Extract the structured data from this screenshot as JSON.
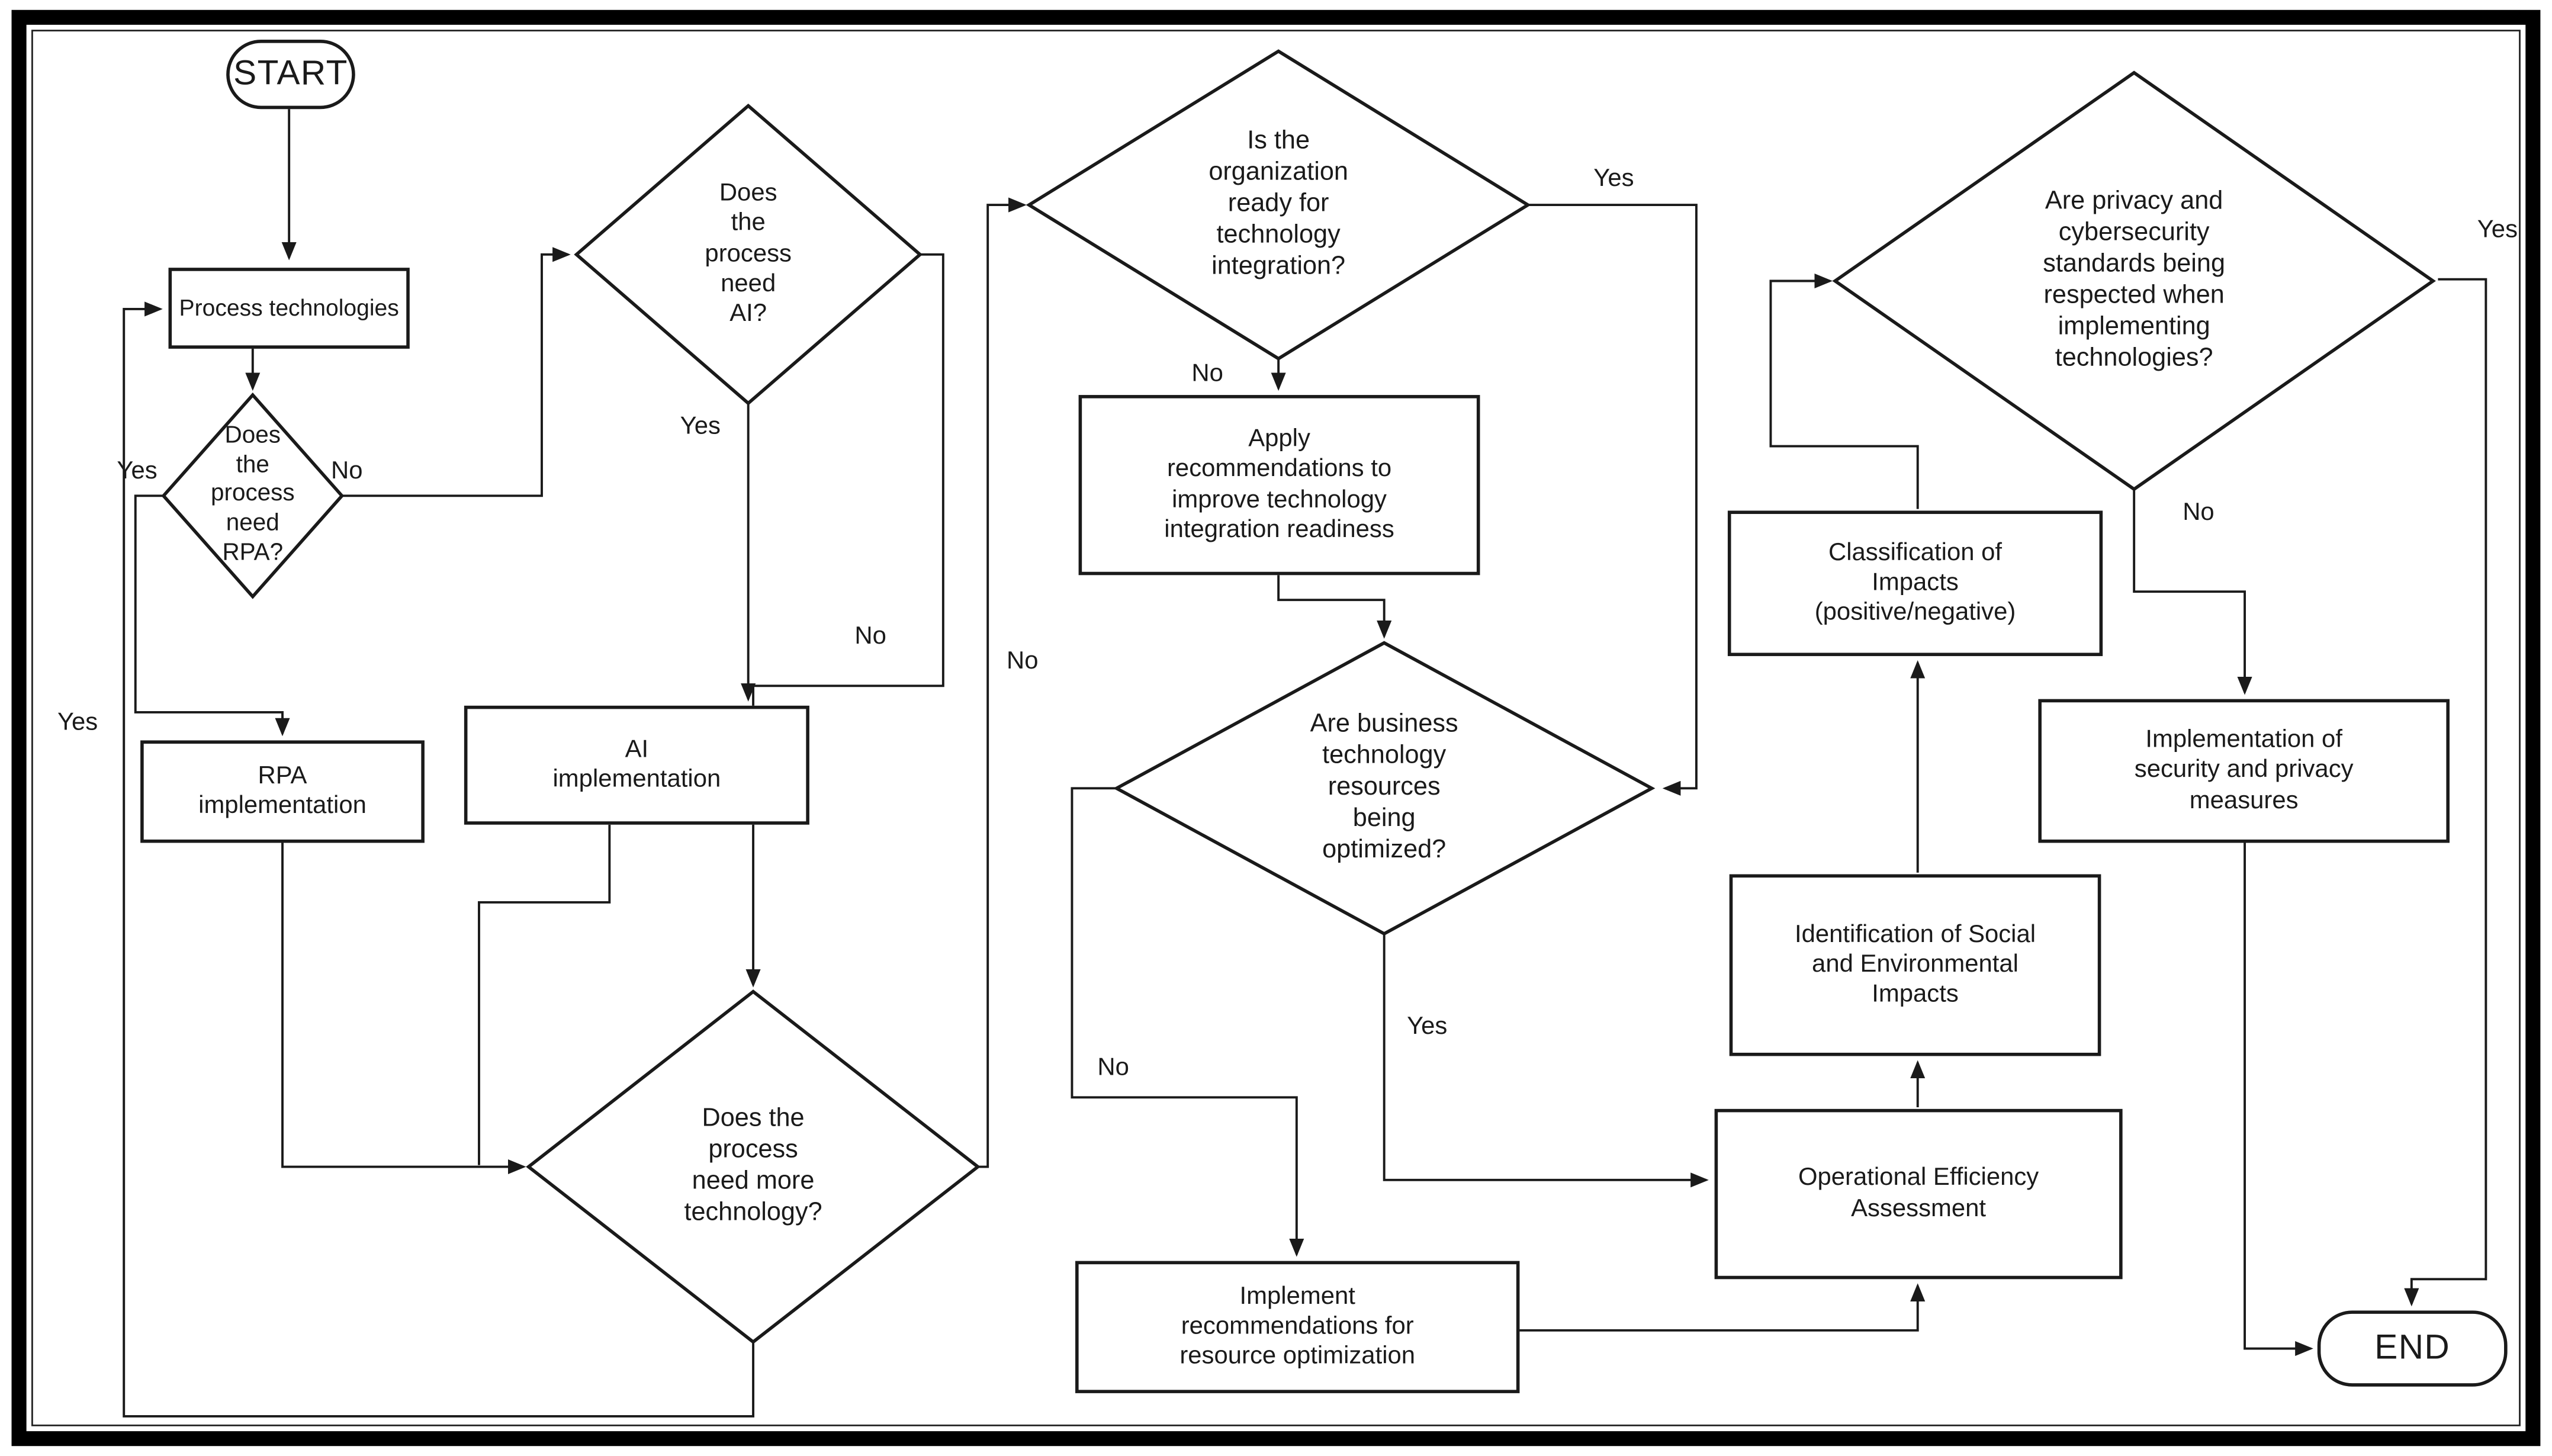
{
  "flowchart": {
    "nodes": {
      "start": {
        "label": "START",
        "shape": "terminator"
      },
      "process_technologies": {
        "label": "Process technologies",
        "shape": "process"
      },
      "need_rpa": {
        "label": "Does the process need RPA?",
        "shape": "decision"
      },
      "rpa_implementation": {
        "label": "RPA implementation",
        "shape": "process"
      },
      "need_ai": {
        "label": "Does the process need AI?",
        "shape": "decision"
      },
      "ai_implementation": {
        "label": "AI implementation",
        "shape": "process"
      },
      "need_more_technology": {
        "label": "Does the process need more technology?",
        "shape": "decision"
      },
      "org_ready": {
        "label": "Is the organization ready for technology integration?",
        "shape": "decision"
      },
      "apply_recommendations": {
        "label": "Apply recommendations to improve technology integration readiness",
        "shape": "process"
      },
      "resources_optimized": {
        "label": "Are business technology resources being optimized?",
        "shape": "decision"
      },
      "implement_recommendations": {
        "label": "Implement recommendations for resource optimization",
        "shape": "process"
      },
      "operational_efficiency": {
        "label": "Operational Efficiency Assessment",
        "shape": "process"
      },
      "identification_impacts": {
        "label": "Identification of Social and Environmental Impacts",
        "shape": "process"
      },
      "classification_impacts": {
        "label": "Classification of Impacts (positive/negative)",
        "shape": "process"
      },
      "privacy_standards": {
        "label": "Are privacy and cybersecurity standards being respected when implementing technologies?",
        "shape": "decision"
      },
      "security_measures": {
        "label": "Implementation of security and privacy measures",
        "shape": "process"
      },
      "end": {
        "label": "END",
        "shape": "terminator"
      }
    },
    "edges": {
      "start_to_process": {
        "from": "start",
        "to": "process_technologies",
        "label": ""
      },
      "process_to_rpa": {
        "from": "process_technologies",
        "to": "need_rpa",
        "label": ""
      },
      "rpa_yes": {
        "from": "need_rpa",
        "to": "rpa_implementation",
        "label": "Yes"
      },
      "rpa_no": {
        "from": "need_rpa",
        "to": "need_ai",
        "label": "No"
      },
      "ai_yes": {
        "from": "need_ai",
        "to": "ai_implementation",
        "label": "Yes"
      },
      "ai_no": {
        "from": "need_ai",
        "to": "need_more_technology",
        "label": "No"
      },
      "rpa_impl_to_more": {
        "from": "rpa_implementation",
        "to": "need_more_technology",
        "label": ""
      },
      "ai_impl_to_more": {
        "from": "ai_implementation",
        "to": "need_more_technology",
        "label": ""
      },
      "more_yes": {
        "from": "need_more_technology",
        "to": "process_technologies",
        "label": "Yes"
      },
      "more_no": {
        "from": "need_more_technology",
        "to": "org_ready",
        "label": "No"
      },
      "org_no": {
        "from": "org_ready",
        "to": "apply_recommendations",
        "label": "No"
      },
      "org_yes": {
        "from": "org_ready",
        "to": "resources_optimized",
        "label": "Yes"
      },
      "apply_to_resources": {
        "from": "apply_recommendations",
        "to": "resources_optimized",
        "label": ""
      },
      "resources_yes": {
        "from": "resources_optimized",
        "to": "operational_efficiency",
        "label": "Yes"
      },
      "resources_no": {
        "from": "resources_optimized",
        "to": "implement_recommendations",
        "label": "No"
      },
      "implement_to_opeff": {
        "from": "implement_recommendations",
        "to": "operational_efficiency",
        "label": ""
      },
      "opeff_to_ident": {
        "from": "operational_efficiency",
        "to": "identification_impacts",
        "label": ""
      },
      "ident_to_class": {
        "from": "identification_impacts",
        "to": "classification_impacts",
        "label": ""
      },
      "class_to_privacy": {
        "from": "classification_impacts",
        "to": "privacy_standards",
        "label": ""
      },
      "privacy_no": {
        "from": "privacy_standards",
        "to": "security_measures",
        "label": "No"
      },
      "security_to_end": {
        "from": "security_measures",
        "to": "end",
        "label": ""
      },
      "privacy_yes": {
        "from": "privacy_standards",
        "to": "end",
        "label": "Yes"
      }
    },
    "colors": {
      "background": "#ffffff",
      "frame": "#000000",
      "line": "#1a1a1a",
      "node_border": "#1a1a1a",
      "node_fill": "#ffffff",
      "text": "#1a1a1a"
    }
  }
}
